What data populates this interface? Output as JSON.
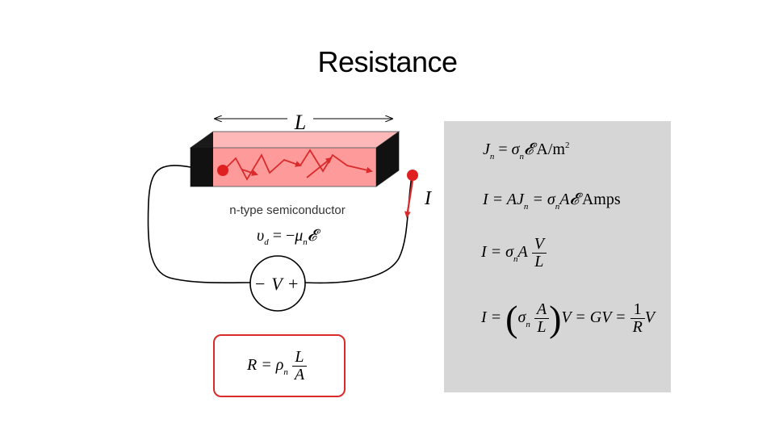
{
  "title": "Resistance",
  "diagram": {
    "length_label": "L",
    "material_label": "n-type semiconductor",
    "drift_eq": "υd = −μn𝓔",
    "current_label": "I",
    "source": {
      "minus": "−",
      "var": "V",
      "plus": "+"
    }
  },
  "equations": {
    "e1": {
      "lhs": "J",
      "lhs_sub": "n",
      "eq": "=",
      "sym": "σ",
      "sym_sub": "n",
      "field": "𝓔",
      "unit": "A/m",
      "unit_sup": "2"
    },
    "e2": {
      "text": "I = AJ",
      "sub1": "n",
      "eq": "= σ",
      "sub2": "n",
      "rest": "A𝓔",
      "unit": "Amps"
    },
    "e3": {
      "lhs": "I = σ",
      "sub": "n",
      "a": "A",
      "num": "V",
      "den": "L"
    },
    "e4": {
      "lhs": "I =",
      "sym": "σ",
      "sub": "n",
      "num": "A",
      "den": "L",
      "mid": "V = GV =",
      "num2": "1",
      "den2": "R",
      "end": "V"
    }
  },
  "resistance": {
    "lhs": "R = ρ",
    "sub": "n",
    "num": "L",
    "den": "A"
  },
  "colors": {
    "bar": "#ff9a9a",
    "wire": "#000000",
    "accent": "#d92b2b",
    "panel": "#d6d6d6"
  }
}
